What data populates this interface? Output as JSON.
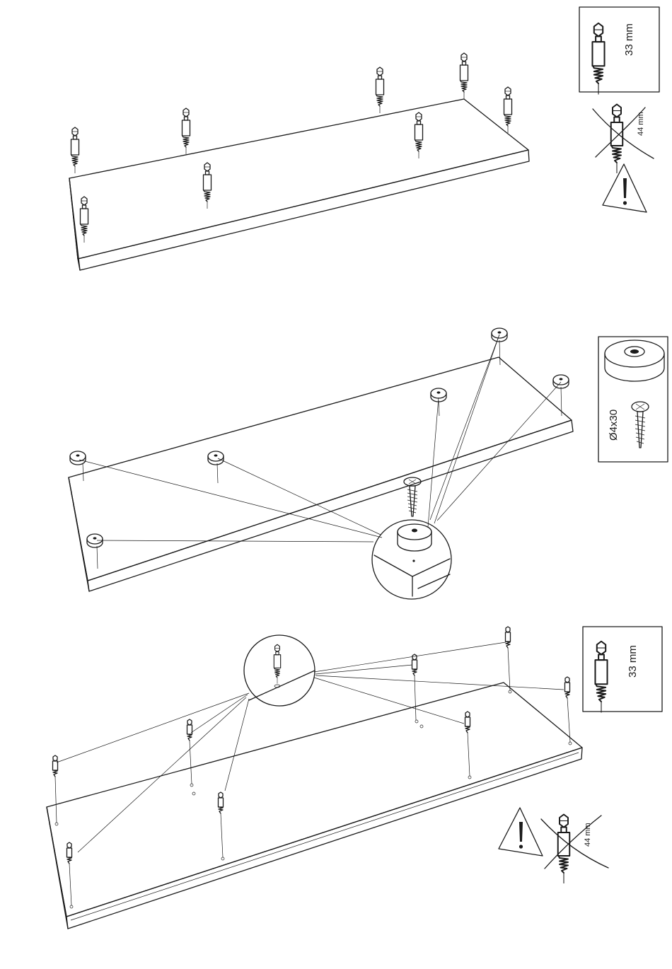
{
  "step1": {
    "part_box": {
      "length_label": "33 mm",
      "icon": "cam-bolt-icon"
    },
    "crossed_part": {
      "length_label": "44 mm",
      "icon": "cam-bolt-icon"
    },
    "warning_icon": "warning-triangle-icon"
  },
  "step2": {
    "part_box": {
      "screw_label": "Ø4x30",
      "icons": [
        "felt-pad-icon",
        "wood-screw-icon"
      ]
    },
    "detail_icon": "magnifier-detail-icon"
  },
  "step3": {
    "part_box": {
      "length_label": "33 mm",
      "icon": "cam-bolt-icon"
    },
    "crossed_part": {
      "length_label": "44 mm",
      "icon": "cam-bolt-icon"
    },
    "warning_icon": "warning-triangle-icon",
    "detail_icon": "magnifier-detail-icon"
  }
}
